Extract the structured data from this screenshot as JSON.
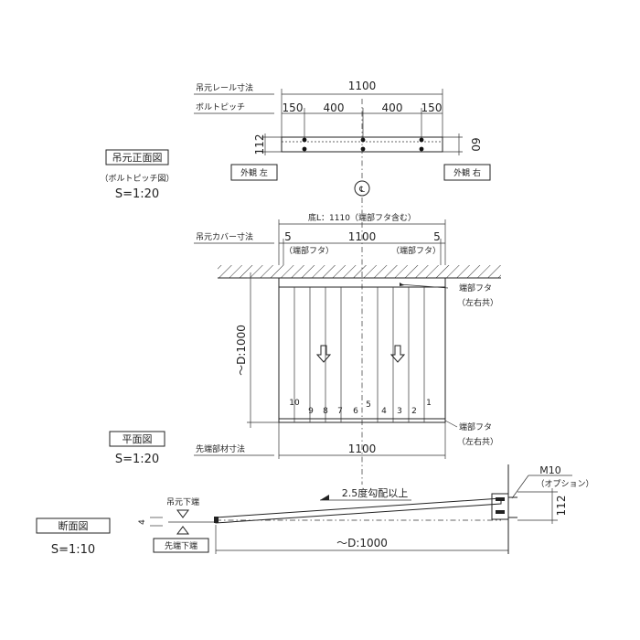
{
  "front_view": {
    "rail_dim_label": "吊元レール寸法",
    "bolt_pitch_label": "ボルトピッチ",
    "total_width": "1100",
    "pitch_values": [
      "150",
      "400",
      "400",
      "150"
    ],
    "height": "112",
    "depth": "60",
    "exterior_left": "外観 左",
    "exterior_right": "外観 右",
    "title": "吊元正面図",
    "subtitle": "（ボルトピッチ図）",
    "scale": "S=1:20"
  },
  "plan_view": {
    "bottom_length": "底L：1110（端部フタ含む）",
    "cover_dim_label": "吊元カバー寸法",
    "end_gap": "5",
    "cover_width": "1100",
    "end_cap_inner": "（端部フタ）",
    "end_cap_label": "端部フタ",
    "both_sides": "（左右共）",
    "depth_label": "～D:1000",
    "panel_numbers": [
      "10",
      "9",
      "8",
      "7",
      "6",
      "5",
      "4",
      "3",
      "2",
      "1"
    ],
    "tip_dim_label": "先端部材寸法",
    "tip_width": "1100",
    "title": "平面図",
    "scale": "S=1:20"
  },
  "section_view": {
    "title": "断面図",
    "scale": "S=1:10",
    "bolt": "M10",
    "option": "（オプション）",
    "slope": "2.5度勾配以上",
    "height": "112",
    "depth": "～D:1000",
    "top_end_label": "吊元下端",
    "tip_end_label": "先端下端",
    "offset": "4"
  }
}
